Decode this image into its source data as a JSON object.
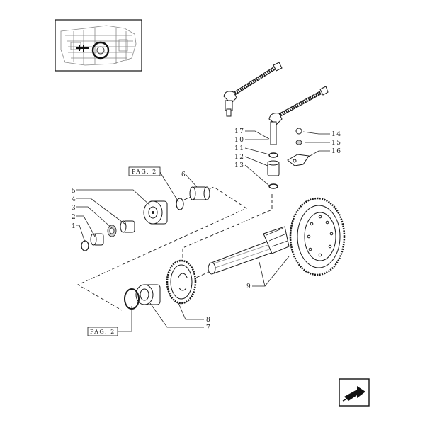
{
  "callouts": [
    {
      "id": "1",
      "text": "1"
    },
    {
      "id": "2",
      "text": "2"
    },
    {
      "id": "3",
      "text": "3"
    },
    {
      "id": "4",
      "text": "4"
    },
    {
      "id": "5",
      "text": "5"
    },
    {
      "id": "6",
      "text": "6"
    },
    {
      "id": "7",
      "text": "7"
    },
    {
      "id": "8",
      "text": "8"
    },
    {
      "id": "9",
      "text": "9"
    },
    {
      "id": "10",
      "text": "10"
    },
    {
      "id": "11",
      "text": "11"
    },
    {
      "id": "12",
      "text": "12"
    },
    {
      "id": "13",
      "text": "13"
    },
    {
      "id": "14",
      "text": "14"
    },
    {
      "id": "15",
      "text": "15"
    },
    {
      "id": "16",
      "text": "16"
    },
    {
      "id": "17",
      "text": "17"
    }
  ],
  "page_refs": {
    "upper": "PAG. 2",
    "lower": "PAG. 2"
  },
  "colors": {
    "line": "#1a1a1a",
    "shading": "#cfcfcf",
    "background": "#ffffff"
  },
  "icons": {
    "thumbnail": "tractor-transmission-locator",
    "nav": "next-page-arrow-icon"
  }
}
